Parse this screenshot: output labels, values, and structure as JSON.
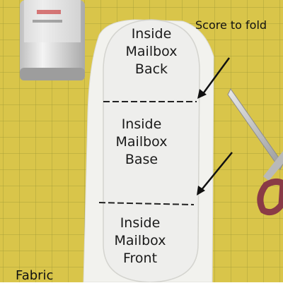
{
  "annotation": "Score to fold",
  "panels": [
    {
      "lines": [
        "Inside",
        "Mailbox",
        "Back"
      ]
    },
    {
      "lines": [
        "Inside",
        "Mailbox",
        "Base"
      ]
    },
    {
      "lines": [
        "Inside",
        "Mailbox",
        "Front"
      ]
    }
  ],
  "material_label": "Fabric",
  "colors": {
    "cutting_mat": "#d9c54a",
    "grid_line": "#8a8a2e",
    "foam_board": "#eeeeec",
    "fabric": "#f2f2ee",
    "spray_can": "#dcdcdc",
    "scissor_handle": "#8a3b46"
  },
  "icons": [
    "arrow-icon",
    "scissors-icon",
    "spray-can-icon"
  ]
}
